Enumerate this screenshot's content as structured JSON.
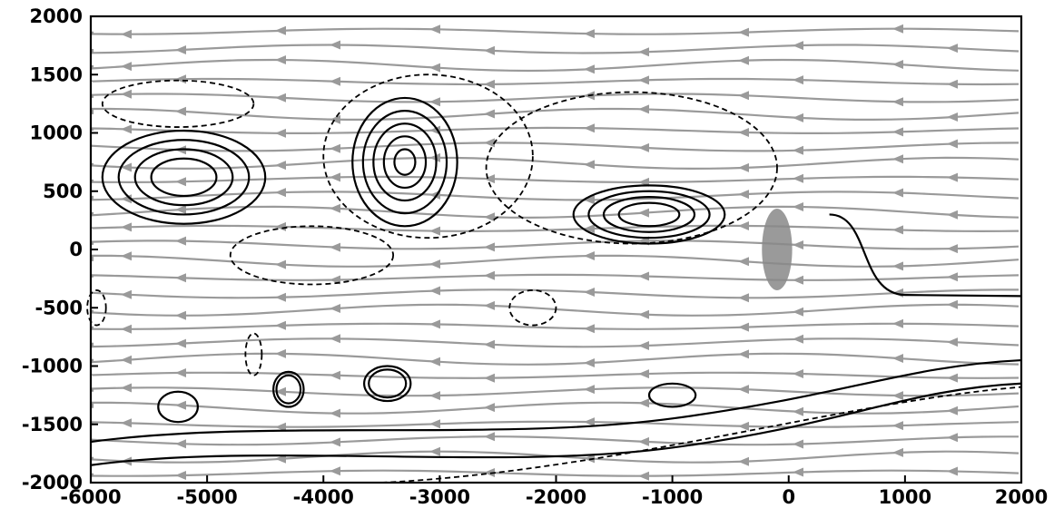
{
  "chart_data": {
    "type": "streamline-contour",
    "title": "",
    "xlabel": "",
    "ylabel": "",
    "xlim": [
      -6000,
      2000
    ],
    "ylim": [
      -2000,
      2000
    ],
    "x_ticks": [
      -6000,
      -5000,
      -4000,
      -3000,
      -2000,
      -1000,
      0,
      1000,
      2000
    ],
    "x_tick_labels": [
      "-6000",
      "-5000",
      "-4000",
      "-3000",
      "-2000",
      "-1000",
      "0",
      "1000",
      "2000"
    ],
    "y_ticks": [
      2000,
      1500,
      1000,
      500,
      0,
      -500,
      -1000,
      -1500,
      -2000
    ],
    "y_tick_labels": [
      "2000",
      "1500",
      "1000",
      "500",
      "0",
      "-500",
      "-1000",
      "-1500",
      "-2000"
    ],
    "grid": false,
    "streamlines": {
      "color": "#9a9a9a",
      "direction": "westward",
      "y_levels": [
        1870,
        1720,
        1580,
        1440,
        1300,
        1160,
        1020,
        880,
        740,
        600,
        460,
        320,
        180,
        40,
        -100,
        -240,
        -380,
        -520,
        -660,
        -800,
        -940,
        -1080,
        -1220,
        -1360,
        -1500,
        -1640,
        -1780,
        -1920
      ]
    },
    "contours": {
      "color": "#000000",
      "solid_rings": [
        {
          "cx": -5200,
          "cy": 620,
          "rx": 700,
          "ry": 400,
          "levels": 4
        },
        {
          "cx": -3300,
          "cy": 750,
          "rx": 450,
          "ry": 550,
          "levels": 5
        },
        {
          "cx": -1200,
          "cy": 300,
          "rx": 650,
          "ry": 250,
          "levels": 4
        },
        {
          "cx": -3450,
          "cy": -1150,
          "rx": 200,
          "ry": 150,
          "levels": 2
        },
        {
          "cx": -5250,
          "cy": -1350,
          "rx": 170,
          "ry": 130,
          "levels": 1
        },
        {
          "cx": -4300,
          "cy": -1200,
          "rx": 130,
          "ry": 150,
          "levels": 2
        },
        {
          "cx": -1000,
          "cy": -1250,
          "rx": 200,
          "ry": 100,
          "levels": 1
        }
      ],
      "dashed_rings": [
        {
          "cx": -5250,
          "cy": 1250,
          "rx": 650,
          "ry": 200
        },
        {
          "cx": -3100,
          "cy": 800,
          "rx": 900,
          "ry": 700
        },
        {
          "cx": -4100,
          "cy": -50,
          "rx": 700,
          "ry": 250
        },
        {
          "cx": -1350,
          "cy": 700,
          "rx": 1250,
          "ry": 650
        },
        {
          "cx": -2200,
          "cy": -500,
          "rx": 200,
          "ry": 150
        },
        {
          "cx": -5950,
          "cy": -500,
          "rx": 80,
          "ry": 150
        },
        {
          "cx": -4600,
          "cy": -900,
          "rx": 70,
          "ry": 180
        }
      ],
      "shaded_region": {
        "cx": -100,
        "cy": 0,
        "rx": 130,
        "ry": 350,
        "color": "#888888"
      }
    }
  }
}
